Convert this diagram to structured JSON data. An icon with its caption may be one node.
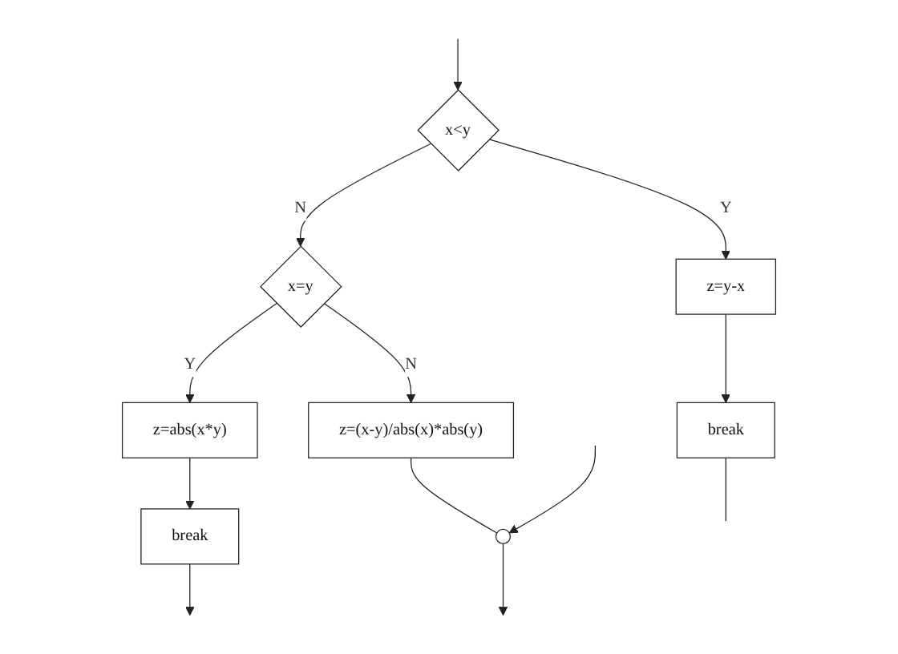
{
  "diagram": {
    "nodes": [
      {
        "text": [
          "x<y"
        ]
      },
      {
        "text": [
          "z=y-x"
        ]
      },
      {
        "text": [
          "break"
        ]
      },
      {
        "text": [
          "x=y"
        ]
      },
      {
        "text": [
          "z=abs(x*y)"
        ]
      },
      {
        "text": [
          "break"
        ]
      },
      {
        "text": [
          "z=(x-y)/abs(x)*abs(y)"
        ]
      },
      {
        "text": [],
        "shape": "point"
      }
    ],
    "edges": [
      {
        "from": null,
        "to": 0,
        "arrow": "to"
      },
      {
        "from": 0,
        "to": 1,
        "arrow": "to",
        "label": "Y"
      },
      {
        "from": 1,
        "to": 2,
        "arrow": "to"
      },
      {
        "from": 2,
        "to": null,
        "arrow": "none"
      },
      {
        "from": 0,
        "to": 3,
        "arrow": "to",
        "label": "N"
      },
      {
        "from": 3,
        "to": 4,
        "arrow": "to",
        "label": "Y"
      },
      {
        "from": 4,
        "to": 5,
        "arrow": "to"
      },
      {
        "from": 5,
        "to": null,
        "arrow": "to"
      },
      {
        "from": 3,
        "to": 6,
        "arrow": "to",
        "label": "N"
      },
      {
        "from": 6,
        "to": 7,
        "arrow": "none"
      },
      {
        "from": null,
        "to": 7,
        "arrow": "to"
      },
      {
        "from": 7,
        "to": null,
        "arrow": "to"
      }
    ]
  }
}
